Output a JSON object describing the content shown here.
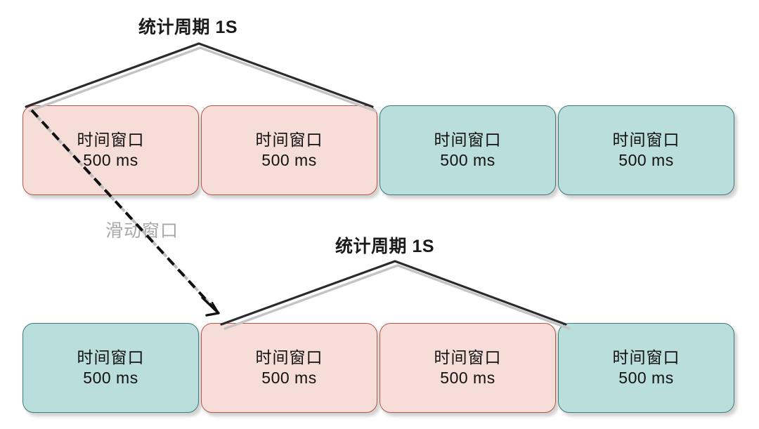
{
  "diagram": {
    "title_top": "统计周期 1S",
    "title_bottom": "统计周期 1S",
    "sliding_window_label": "滑动窗口",
    "colors": {
      "pink_fill": "#f6ddd7",
      "pink_border": "#b4564b",
      "teal_fill": "#b9dedc",
      "teal_border": "#3d7b79",
      "chevron_line": "#2b2b2b",
      "chevron_shadow": "#bdbdbd",
      "dashed_arrow": "#111111",
      "label_gray": "#a8a8a8",
      "title_text": "#1a1a1a"
    },
    "rows": [
      {
        "name": "top-row",
        "boxes": [
          {
            "line1": "时间窗口",
            "line2": "500 ms",
            "color": "pink"
          },
          {
            "line1": "时间窗口",
            "line2": "500 ms",
            "color": "pink"
          },
          {
            "line1": "时间窗口",
            "line2": "500 ms",
            "color": "teal"
          },
          {
            "line1": "时间窗口",
            "line2": "500 ms",
            "color": "teal"
          }
        ]
      },
      {
        "name": "bottom-row",
        "boxes": [
          {
            "line1": "时间窗口",
            "line2": "500 ms",
            "color": "teal"
          },
          {
            "line1": "时间窗口",
            "line2": "500 ms",
            "color": "pink"
          },
          {
            "line1": "时间窗口",
            "line2": "500 ms",
            "color": "pink"
          },
          {
            "line1": "时间窗口",
            "line2": "500 ms",
            "color": "teal"
          }
        ]
      }
    ]
  }
}
